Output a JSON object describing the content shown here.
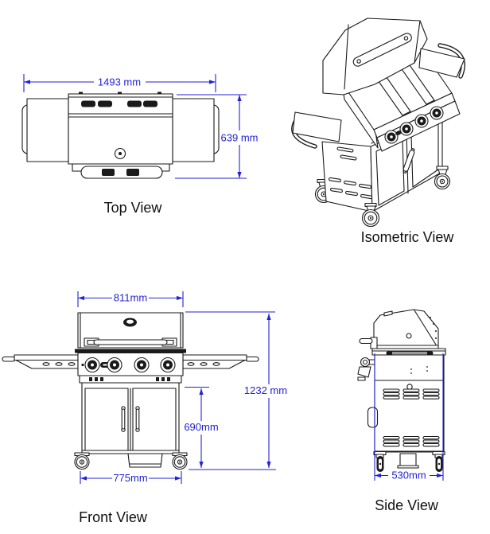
{
  "drawing": {
    "background": "#ffffff",
    "line_color": "#1a1a1a",
    "dimension_color": "#2222d6"
  },
  "views": {
    "top": {
      "label": "Top View",
      "width_dim": "1493 mm",
      "depth_dim": "639 mm"
    },
    "isometric": {
      "label": "Isometric View"
    },
    "front": {
      "label": "Front View",
      "lid_width_dim": "811mm",
      "overall_height_dim": "1232 mm",
      "cart_height_dim": "690mm",
      "base_width_dim": "775mm"
    },
    "side": {
      "label": "Side View",
      "depth_dim": "530mm"
    }
  }
}
